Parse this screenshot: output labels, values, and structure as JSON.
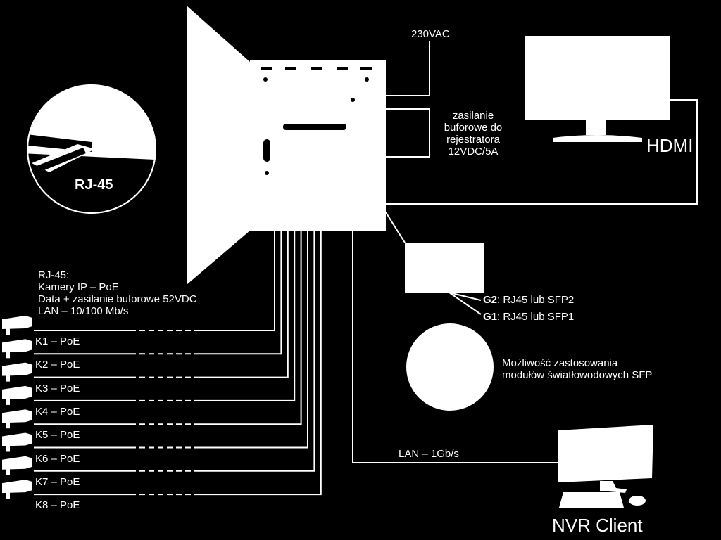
{
  "colors": {
    "background": "#000000",
    "foreground": "#ffffff"
  },
  "labels": {
    "power": "230VAC",
    "backup_power": [
      "zasilanie",
      "buforowe do",
      "rejestratora",
      "12VDC/5A"
    ],
    "hdmi": "HDMI",
    "rj45_badge": "RJ-45",
    "rj45_desc": [
      "RJ-45:",
      "Kamery IP – PoE",
      "Data + zasilanie buforowe 52VDC",
      "LAN – 10/100 Mb/s"
    ],
    "g2_key": "G2",
    "g2_text": ": RJ45 lub SFP2",
    "g1_key": "G1",
    "g1_text": ": RJ45 lub SFP1",
    "sfp_note": [
      "Możliwość zastosowania",
      "modułów światłowodowych SFP"
    ],
    "lan": "LAN – 1Gb/s",
    "nvr_client": "NVR Client"
  },
  "cameras": [
    "K1 – PoE",
    "K2 – PoE",
    "K3 – PoE",
    "K4 – PoE",
    "K5 – PoE",
    "K6 – PoE",
    "K7 – PoE",
    "K8 – PoE"
  ],
  "icons": {
    "switch": "poe-switch-icon",
    "monitor": "monitor-icon",
    "camera": "camera-icon",
    "sfp_module": "sfp-module-icon",
    "nvr": "nvr-client-computer-icon"
  }
}
